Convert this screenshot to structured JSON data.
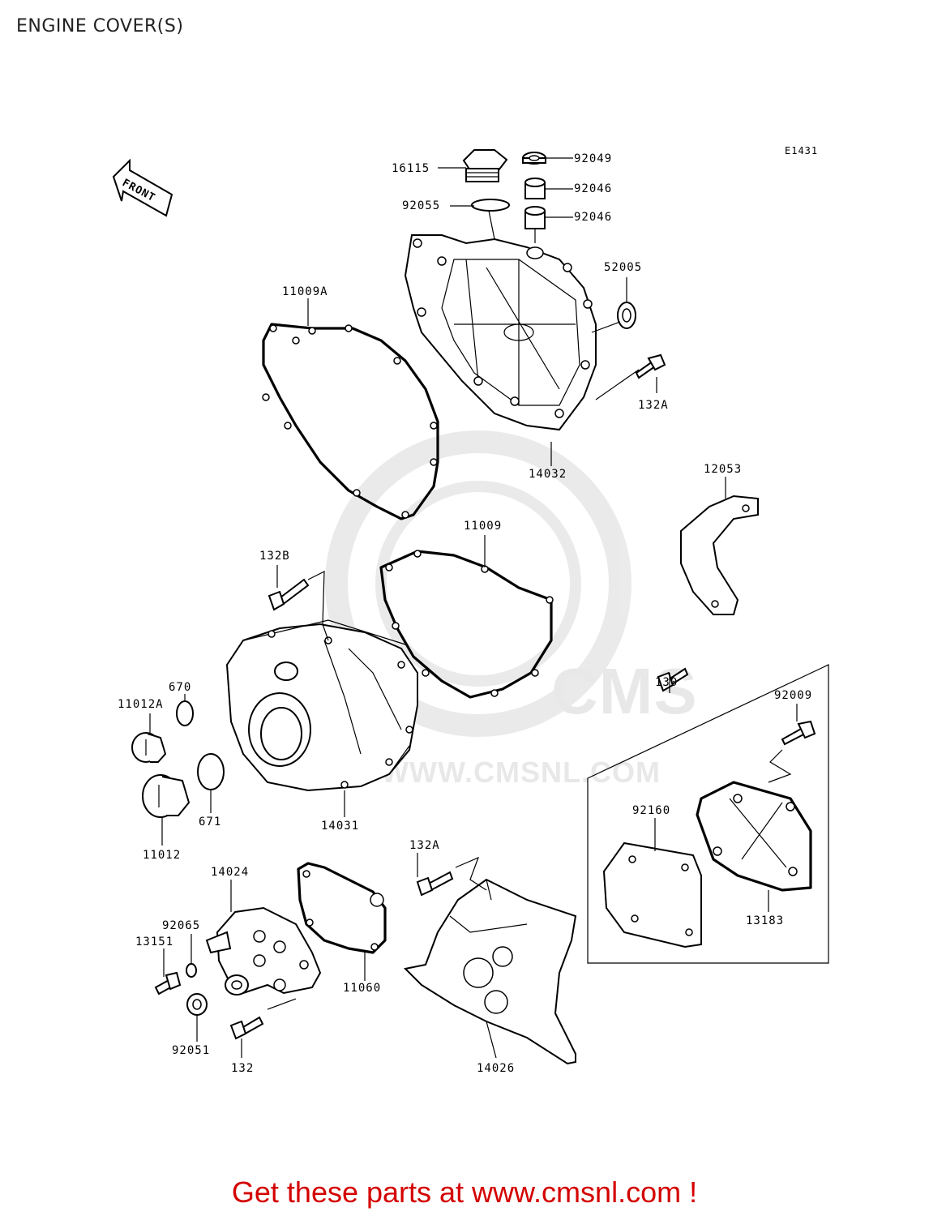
{
  "page_title": "ENGINE COVER(S)",
  "diagram_code": "E1431",
  "front_label": "FRONT",
  "watermark": {
    "logo_text": "CMS",
    "url_text": "WWW.CMSNL.COM"
  },
  "part_labels": {
    "p16115": "16115",
    "p92049": "92049",
    "p92046_a": "92046",
    "p92046_b": "92046",
    "p92055": "92055",
    "p52005": "52005",
    "p11009A": "11009A",
    "p132A_top": "132A",
    "p14032": "14032",
    "p12053": "12053",
    "p11009": "11009",
    "p132B": "132B",
    "p130": "130",
    "p92009": "92009",
    "p670": "670",
    "p11012A": "11012A",
    "p671": "671",
    "p14031": "14031",
    "p11012": "11012",
    "p92160": "92160",
    "p13183": "13183",
    "p14024": "14024",
    "p132A_bottom": "132A",
    "p92065": "92065",
    "p13151": "13151",
    "p11060": "11060",
    "p92051": "92051",
    "p132": "132",
    "p14026": "14026"
  },
  "footer_text": "Get these parts at www.cmsnl.com !",
  "colors": {
    "footer": "#d40000",
    "line_art": "#000000",
    "watermark": "#999999"
  }
}
